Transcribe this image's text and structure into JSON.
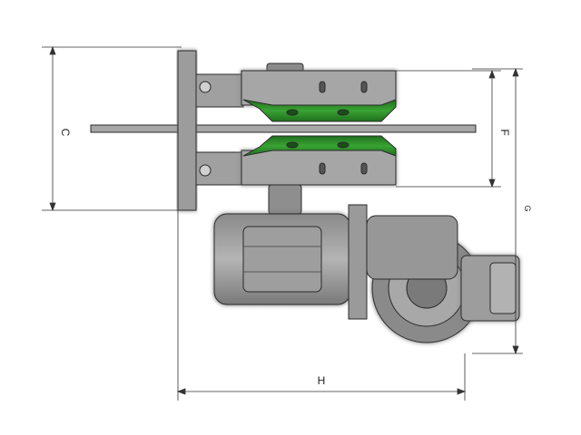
{
  "dimensions": {
    "c": "C",
    "f": "F",
    "g": "G",
    "h": "H"
  },
  "colors": {
    "belt_green": "#2f8a2a",
    "metal": "#9a9a9a",
    "metal_dark": "#6f6f6f",
    "outline": "#2a2a2a",
    "dim_line": "#333333"
  }
}
